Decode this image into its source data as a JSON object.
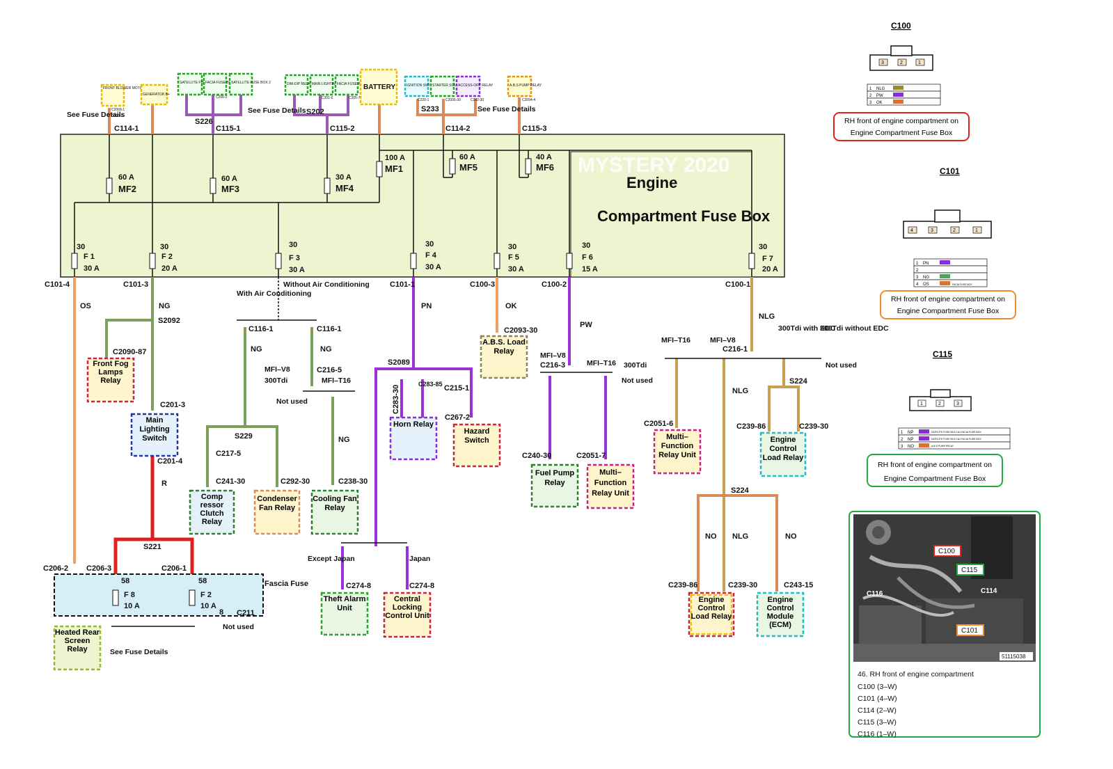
{
  "watermark": "MYSTERY 2020",
  "fuse_box": {
    "title_line1": "Engine",
    "title_line2": "Compartment Fuse Box",
    "mega_fuses": [
      {
        "id": "MF1",
        "amps": "100 A"
      },
      {
        "id": "MF2",
        "amps": "60 A"
      },
      {
        "id": "MF3",
        "amps": "60 A"
      },
      {
        "id": "MF4",
        "amps": "30 A"
      },
      {
        "id": "MF5",
        "amps": "60 A"
      },
      {
        "id": "MF6",
        "amps": "40 A"
      }
    ],
    "fuses": [
      {
        "id": "F 1",
        "num": "30",
        "amps": "30 A"
      },
      {
        "id": "F 2",
        "num": "30",
        "amps": "20 A"
      },
      {
        "id": "F 3",
        "num": "30",
        "amps": "30 A"
      },
      {
        "id": "F 4",
        "num": "30",
        "amps": "30 A"
      },
      {
        "id": "F 5",
        "num": "30",
        "amps": "30 A"
      },
      {
        "id": "F 6",
        "num": "30",
        "amps": "15 A"
      },
      {
        "id": "F 7",
        "num": "30",
        "amps": "20 A"
      }
    ]
  },
  "top_connectors": [
    "C114-1",
    "C115-1",
    "C115-2",
    "C114-2",
    "C115-3"
  ],
  "top_components": [
    {
      "label": "FRONT BLOWER MOTOR RELAY",
      "color": "#e6c000"
    },
    {
      "label": "GENERATOR B+",
      "color": "#e6c000"
    },
    {
      "label": "SATELLITE FUSE BOX 1",
      "color": "#22aa22"
    },
    {
      "label": "FACIA FUSE BOX",
      "color": "#22aa22"
    },
    {
      "label": "SATELLITE FUSE BOX 2",
      "color": "#22aa22"
    },
    {
      "label": "DIM-DIP RELAY",
      "color": "#22aa22"
    },
    {
      "label": "MAIN LIGHTING SWITCH",
      "color": "#22aa22"
    },
    {
      "label": "FACIA FUSE BOX",
      "color": "#22aa22"
    },
    {
      "label": "BATTERY",
      "color": "#e6c000"
    },
    {
      "label": "IGNITION SWITCH",
      "color": "#22aa22"
    },
    {
      "label": "STARTER SOLENOID",
      "color": "#22aa22"
    },
    {
      "label": "ACCESS-ORY RELAY",
      "color": "#8a2be2"
    },
    {
      "label": "A.B.S PUMP RELAY",
      "color": "#e6c000"
    }
  ],
  "top_small_pins": [
    "C2068-1",
    "C298-2",
    "C206-2",
    "C201-6",
    "C205-7",
    "C220-1",
    "C2006-30",
    "C282-30",
    "C2094-4"
  ],
  "splices": [
    "S226",
    "S202",
    "S233",
    "S2092",
    "S229",
    "S2089",
    "S221",
    "S224",
    "S224"
  ],
  "see_fuse": [
    "See Fuse Details",
    "See Fuse Details",
    "See Fuse Details",
    "See Fuse Details"
  ],
  "wire_codes": {
    "os": "OS",
    "ng": "NG",
    "pn": "PN",
    "ok": "OK",
    "pw": "PW",
    "nlg": "NLG",
    "r": "R",
    "no": "NO"
  },
  "bottom_connectors": [
    "C101-4",
    "C101-3",
    "C101-1",
    "C100-3",
    "C100-2",
    "C100-1"
  ],
  "labels": {
    "with_ac": "With Air Conditioning",
    "without_ac": "Without Air Conditioning",
    "mfi_v8": "MFI–V8",
    "mfi_t16": "MFI–T16",
    "300tdi": "300Tdi",
    "300tdi_edc": "300Tdi with EDC",
    "300tdi_noedc": "300Tdi without EDC",
    "not_used": "Not used",
    "except_japan": "Except Japan",
    "japan": "Japan",
    "fascia_fuse": "Fascia Fuse"
  },
  "components": [
    {
      "name": "Front Fog Lamps Relay",
      "conn": "C2090-87"
    },
    {
      "name": "Main Lighting Switch",
      "conn": "C201-3"
    },
    {
      "name": "Comp ressor Clutch Relay",
      "conn": "C241-30"
    },
    {
      "name": "Condenser Fan Relay",
      "conn": "C292-30"
    },
    {
      "name": "Cooling Fan Relay",
      "conn": "C238-30"
    },
    {
      "name": "Horn Relay",
      "conn": "C283-30"
    },
    {
      "name": "Hazard Switch",
      "conn": "C267-2"
    },
    {
      "name": "A.B.S. Load Relay",
      "conn": "C2093-30"
    },
    {
      "name": "Fuel Pump Relay",
      "conn": "C240-30"
    },
    {
      "name": "Multi– Function Relay Unit",
      "conn": "C2051-7"
    },
    {
      "name": "Multi– Function Relay Unit",
      "conn": "C2051-6"
    },
    {
      "name": "Engine Control Load Relay",
      "conn": "C239-86"
    },
    {
      "name": "Theft Alarm Unit",
      "conn": "C274-8"
    },
    {
      "name": "Central Locking Control Unit",
      "conn": "C274-8"
    },
    {
      "name": "Heated Rear Screen Relay",
      "conn": ""
    },
    {
      "name": "Engine Control Load Relay",
      "conn": "C239-86"
    },
    {
      "name": "Engine Control Module (ECM)",
      "conn": "C243-15"
    }
  ],
  "misc_conn": [
    "C116-1",
    "C116-1",
    "C216-5",
    "C217-5",
    "C283-85",
    "C215-1",
    "C216-3",
    "C216-1",
    "C239-30",
    "C239-30",
    "C201-4",
    "C206-2",
    "C206-3",
    "C206-1",
    "C211"
  ],
  "fascia": {
    "f8": "F 8",
    "f8a": "10 A",
    "f2": "F 2",
    "f2a": "10 A",
    "p58a": "58",
    "p58b": "58",
    "p8": "8"
  },
  "panels": [
    {
      "title": "C100",
      "pins": [
        "3",
        "2",
        "1"
      ],
      "rows": [
        [
          "1",
          "NLG"
        ],
        [
          "2",
          "PW"
        ],
        [
          "3",
          "OK"
        ]
      ],
      "caption": "RH front of engine compartment on Engine Compartment Fuse Box",
      "border": "#dd2222"
    },
    {
      "title": "C101",
      "pins": [
        "4",
        "3",
        "2",
        "1"
      ],
      "rows": [
        [
          "1",
          "PN"
        ],
        [
          "2",
          ""
        ],
        [
          "3",
          "NG"
        ],
        [
          "4",
          "OS",
          "FACIA FUSE BOX"
        ]
      ],
      "caption": "RH front of engine compartment on Engine Compartment Fuse Box",
      "border": "#f08a2a"
    },
    {
      "title": "C115",
      "pins": [
        "1",
        "2",
        "3"
      ],
      "rows": [
        [
          "1",
          "NP",
          "SATELITE FUSE BOX 1&2 FACIA FUSE BOX"
        ],
        [
          "2",
          "NP",
          "SATELITE FUSE BOX 1&2 FACIA FUSE BOX"
        ],
        [
          "3",
          "NO",
          "A.B.S PUMP RELAY"
        ]
      ],
      "caption": "RH front of engine compartment on Engine Compartment Fuse Box",
      "border": "#22aa44"
    }
  ],
  "photo": {
    "tags": [
      "C100",
      "C115",
      "C116",
      "C114",
      "C101"
    ],
    "code": "51115038",
    "caption": "46. RH front of engine compartment",
    "list": [
      "C100 (3–W)",
      "C101 (4–W)",
      "C114 (2–W)",
      "C115 (3–W)",
      "C116 (1–W)"
    ]
  }
}
